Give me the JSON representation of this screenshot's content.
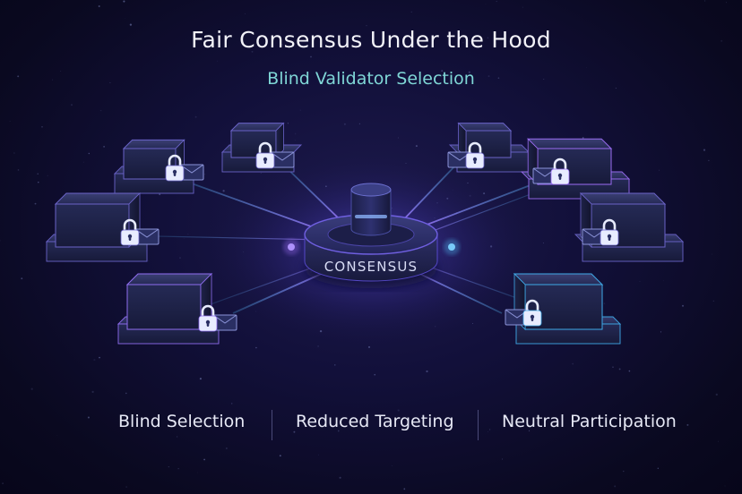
{
  "title": "Fair Consensus Under the Hood",
  "subtitle": "Blind Validator Selection",
  "hub": {
    "label": "CONSENSUS"
  },
  "validators": [
    {
      "name": "validator-node-top-left",
      "icon": "padlock-icon",
      "accent": "#6a63c8",
      "badge": "envelope-icon"
    },
    {
      "name": "validator-node-top-center-left",
      "icon": "padlock-icon",
      "accent": "#6a63c8",
      "badge": "envelope-icon"
    },
    {
      "name": "validator-node-mid-left",
      "icon": "padlock-icon",
      "accent": "#6a63c8",
      "badge": "envelope-icon"
    },
    {
      "name": "validator-node-bottom-left",
      "icon": "padlock-icon",
      "accent": "#8f6df0",
      "badge": "envelope-icon"
    },
    {
      "name": "validator-node-top-center-right",
      "icon": "padlock-icon",
      "accent": "#6a63c8",
      "badge": "envelope-icon"
    },
    {
      "name": "validator-node-top-right",
      "icon": "padlock-icon",
      "accent": "#9a6cf2",
      "badge": "envelope-icon"
    },
    {
      "name": "validator-node-mid-right",
      "icon": "padlock-icon",
      "accent": "#6a63c8",
      "badge": "envelope-icon"
    },
    {
      "name": "validator-node-bottom-right",
      "icon": "padlock-icon",
      "accent": "#3fa9e8",
      "badge": "envelope-icon"
    }
  ],
  "footer": {
    "items": [
      "Blind Selection",
      "Reduced Targeting",
      "Neutral Participation"
    ]
  },
  "colors": {
    "background": "#0b0a22",
    "title": "#f2f2f8",
    "subtitle": "#7fd6d6",
    "link_blue": "#4fb6f0",
    "link_violet": "#9a6cf2"
  }
}
